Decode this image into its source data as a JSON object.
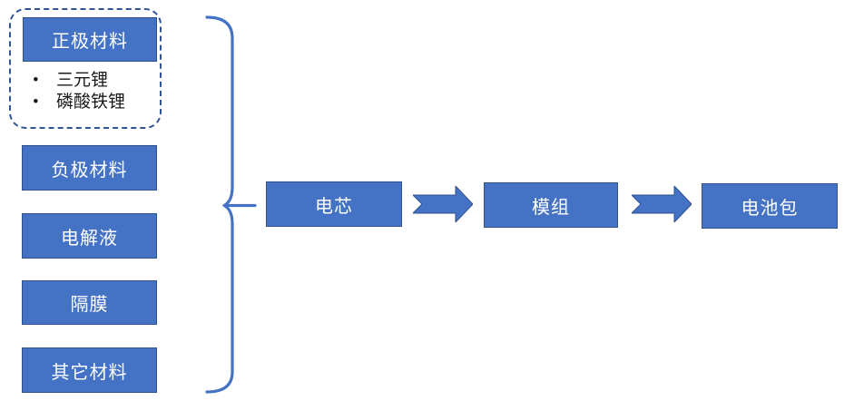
{
  "ui": {
    "bullet_char": "•"
  },
  "colors": {
    "box_fill": "#4472C4",
    "box_border": "#2F528F",
    "dashed_border": "#2F5597",
    "brace": "#4472C4",
    "box_text": "#FFFFFF",
    "bullet_text": "#1A1A1A",
    "background": "#FFFFFF"
  },
  "materials_group": {
    "highlight": {
      "label": "正极材料",
      "bullets": [
        "三元锂",
        "磷酸铁锂"
      ]
    },
    "others": [
      "负极材料",
      "电解液",
      "隔膜",
      "其它材料"
    ]
  },
  "flow": {
    "steps": [
      "电芯",
      "模组",
      "电池包"
    ]
  }
}
